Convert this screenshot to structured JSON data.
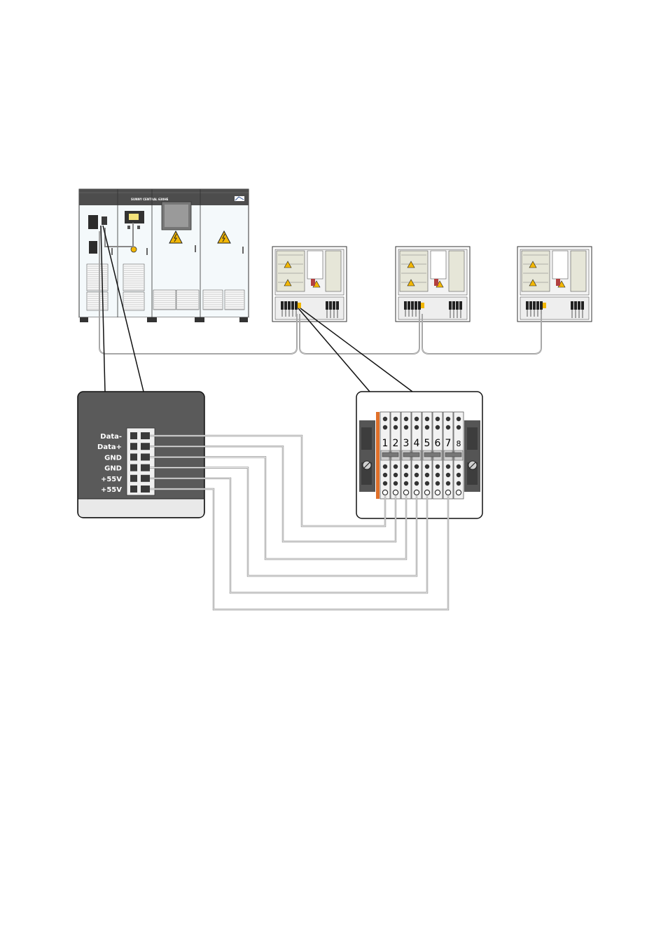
{
  "inverter": {
    "name": "SUNNY CENTRAL 630HE"
  },
  "connector": {
    "pins": [
      "Data-",
      "Data+",
      "GND",
      "GND",
      "+55V",
      "+55V"
    ]
  },
  "terminal_block": {
    "terminals": [
      "1",
      "2",
      "3",
      "4",
      "5",
      "6",
      "7",
      "8"
    ]
  },
  "colors": {
    "cabinet_dark": "#4d4d4d",
    "cabinet_light": "#f4f9fb",
    "connector_housing": "#5a5a5a",
    "cable": "#9a9a9a",
    "warning": "#f2b705",
    "din_rail_accent": "#e0702a"
  },
  "icons": [
    "warning-triangle-icon",
    "sma-logo-icon",
    "screw-icon"
  ]
}
